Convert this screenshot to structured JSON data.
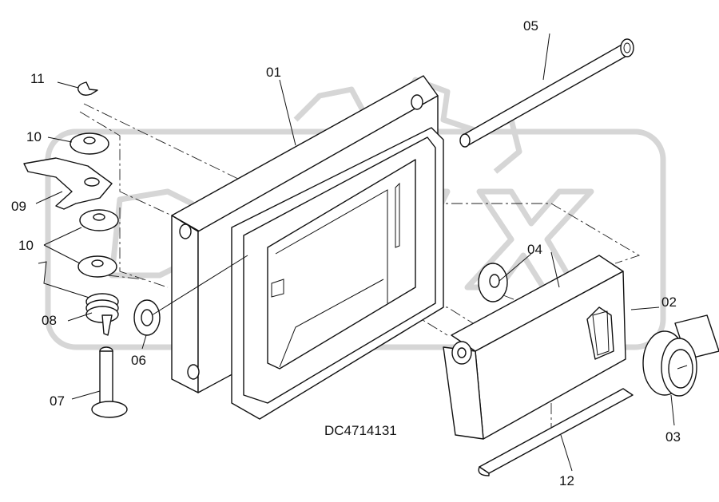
{
  "drawing_code": "DC4714131",
  "watermark_text": "OPEX",
  "callouts": [
    {
      "id": "01",
      "label": "01"
    },
    {
      "id": "02",
      "label": "02"
    },
    {
      "id": "03",
      "label": "03"
    },
    {
      "id": "04",
      "label": "04"
    },
    {
      "id": "05",
      "label": "05"
    },
    {
      "id": "06",
      "label": "06"
    },
    {
      "id": "07",
      "label": "07"
    },
    {
      "id": "08",
      "label": "08"
    },
    {
      "id": "09",
      "label": "09"
    },
    {
      "id": "10a",
      "label": "10"
    },
    {
      "id": "10b",
      "label": "10"
    },
    {
      "id": "11",
      "label": "11"
    },
    {
      "id": "12",
      "label": "12"
    }
  ]
}
